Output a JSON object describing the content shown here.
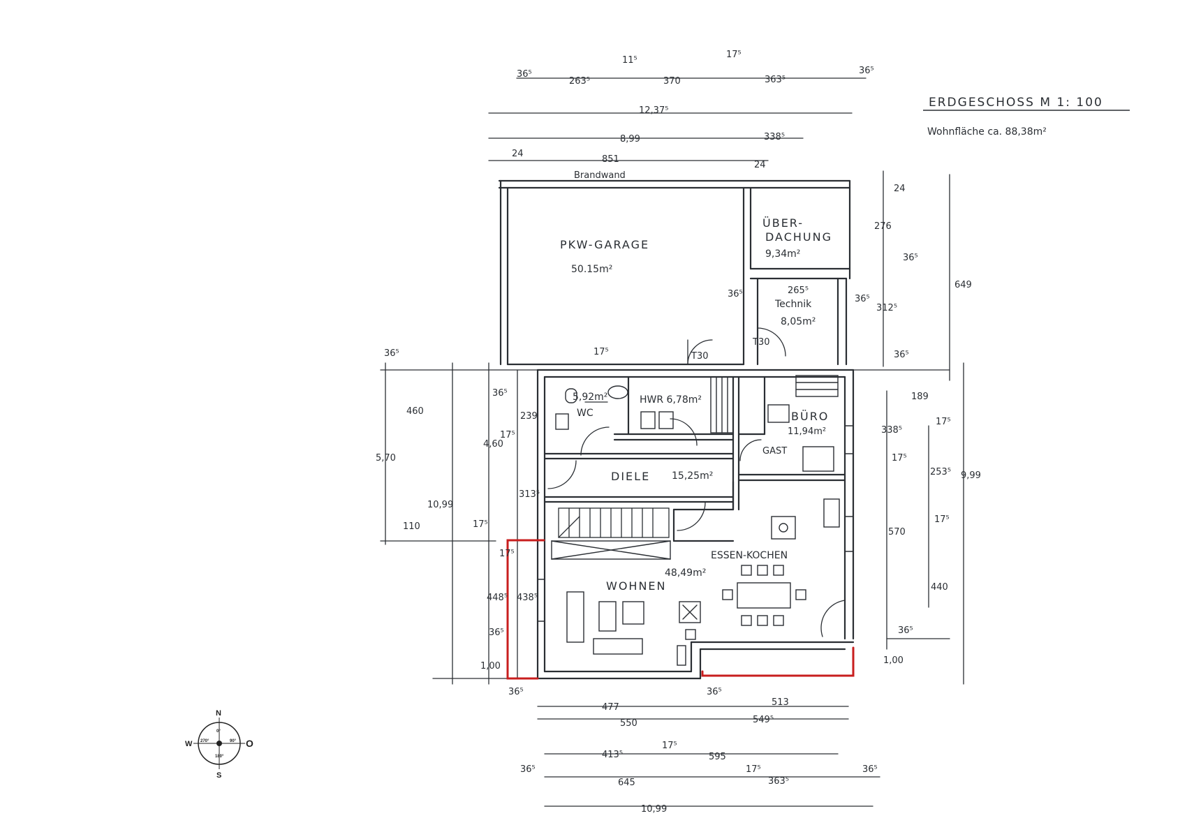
{
  "title": {
    "heading": "ERDGESCHOSS  M 1: 100",
    "subtitle": "Wohnfläche ca. 88,38m²"
  },
  "rooms": {
    "garage": {
      "name": "PKW-GARAGE",
      "area": "50.15m²"
    },
    "ueberdachung": {
      "name1": "ÜBER-",
      "name2": "DACHUNG",
      "area": "9,34m²"
    },
    "technik": {
      "name": "Technik",
      "area": "8,05m²",
      "width": "265⁵"
    },
    "wc": {
      "name": "WC",
      "area": "5,92m²"
    },
    "hwr": {
      "name": "HWR 6,78m²"
    },
    "buero": {
      "name": "BÜRO",
      "area": "11,94m²"
    },
    "gast": {
      "name": "GAST"
    },
    "diele": {
      "name": "DIELE",
      "area": "15,25m²"
    },
    "essen_kochen": {
      "name": "ESSEN-KOCHEN",
      "area": "48,49m²"
    },
    "wohnen": {
      "name": "WOHNEN"
    }
  },
  "labels": {
    "brandwand": "Brandwand",
    "t30_a": "T30",
    "t30_b": "T30"
  },
  "dims": {
    "top_row": [
      "36⁵",
      "263⁵",
      "11⁵",
      "370",
      "17⁵",
      "363⁵",
      "36⁵"
    ],
    "top_total": "12,37⁵",
    "top_899": "8,99",
    "top_3385": "338⁵",
    "top_24a": "24",
    "top_851": "851",
    "top_24b": "24",
    "right_24": "24",
    "right_276": "276",
    "right_365a": "36⁵",
    "right_3125": "312⁵",
    "right_649": "649",
    "right_365b": "36⁵",
    "right_189": "189",
    "right_3385": "338⁵",
    "right_175a": "17⁵",
    "right_175b": "17⁵",
    "right_2535": "253⁵",
    "right_999": "9,99",
    "right_570": "570",
    "right_175c": "17⁵",
    "right_440": "440",
    "right_365c": "36⁵",
    "right_100": "1,00",
    "technik_l": "36⁵",
    "technik_r": "36⁵",
    "t175": "17⁵",
    "left_365a": "36⁵",
    "left_460": "460",
    "left_570": "5,70",
    "left_1099": "10,99",
    "left_110": "110",
    "left_365b": "36⁵",
    "left_239": "239",
    "left_460b": "4,60",
    "left_175a": "17⁵",
    "left_3135": "313⁵",
    "left_175b": "17⁵",
    "left_175c": "17⁵",
    "left_4485": "448⁵",
    "left_4385": "438⁵",
    "left_365c": "36⁵",
    "left_100": "1,00",
    "left_365d": "36⁵",
    "bottom_365": "36⁵",
    "bottom_477": "477",
    "bottom_513": "513",
    "bottom_550": "550",
    "bottom_5495": "549⁵",
    "bottom_4135": "413⁵",
    "bottom_175": "17⁵",
    "bottom_595": "595",
    "bottom_365a": "36⁵",
    "bottom_645": "645",
    "bottom_175b": "17⁵",
    "bottom_3635": "363⁵",
    "bottom_365b": "36⁵",
    "bottom_1099": "10,99"
  },
  "compass": {
    "n": "N",
    "s": "S",
    "w": "W",
    "o": "O",
    "deg0": "0°",
    "deg90": "90°",
    "deg180": "180°",
    "deg270": "270°"
  },
  "colors": {
    "ink": "#2a2e33",
    "marker": "#c81e1e",
    "paper": "#ffffff"
  }
}
